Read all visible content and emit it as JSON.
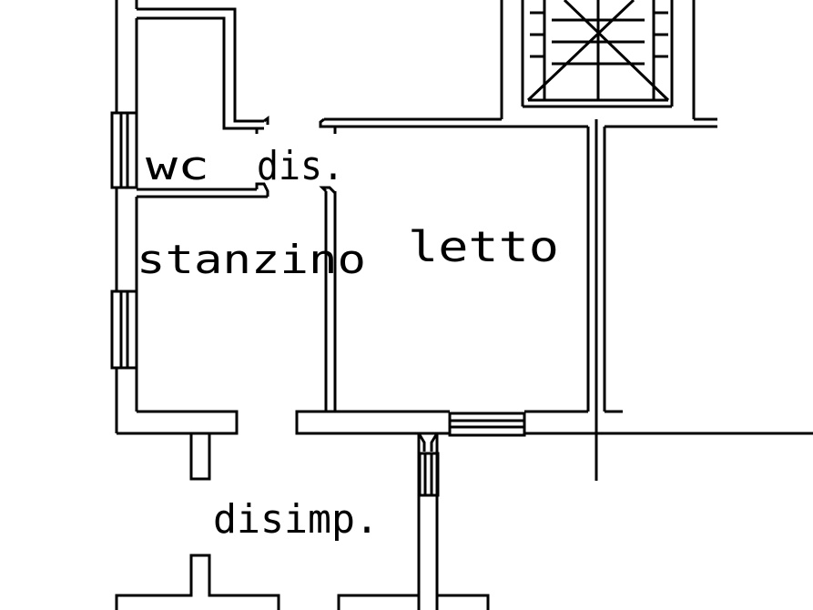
{
  "rooms": {
    "wc": "wc",
    "dis": "dis.",
    "stanzino": "stanzino",
    "letto": "letto",
    "disimp": "disimp."
  },
  "colors": {
    "line": "#000000",
    "background": "#ffffff"
  }
}
